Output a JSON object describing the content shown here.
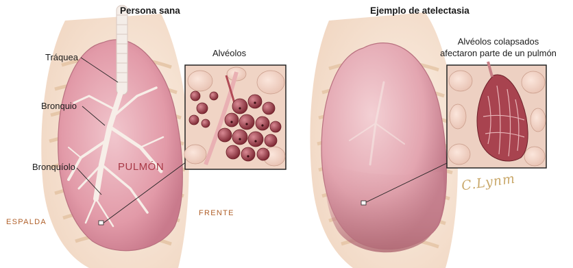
{
  "labels": {
    "healthy_title": "Persona sana",
    "atelectasis_title": "Ejemplo de atelectasia",
    "trachea": "Tráquea",
    "bronchus": "Bronquio",
    "bronchiole": "Bronquíolo",
    "lung": "PULMÓN",
    "alveoli": "Alvéolos",
    "collapsed_line1": "Alvéolos colapsados",
    "collapsed_line2": "afectaron parte de un pulmón",
    "back": "ESPALDA",
    "front": "FRENTE",
    "signature": "C.Lynm"
  },
  "colors": {
    "lung": "#e7a9b4",
    "lung_dark": "#c97a8c",
    "skin": "#f3dccb",
    "ribs": "#e6c7a6",
    "alveoli_dark": "#8a2f3a",
    "label_accent": "#a83846",
    "orientation_text": "#b0602a"
  }
}
